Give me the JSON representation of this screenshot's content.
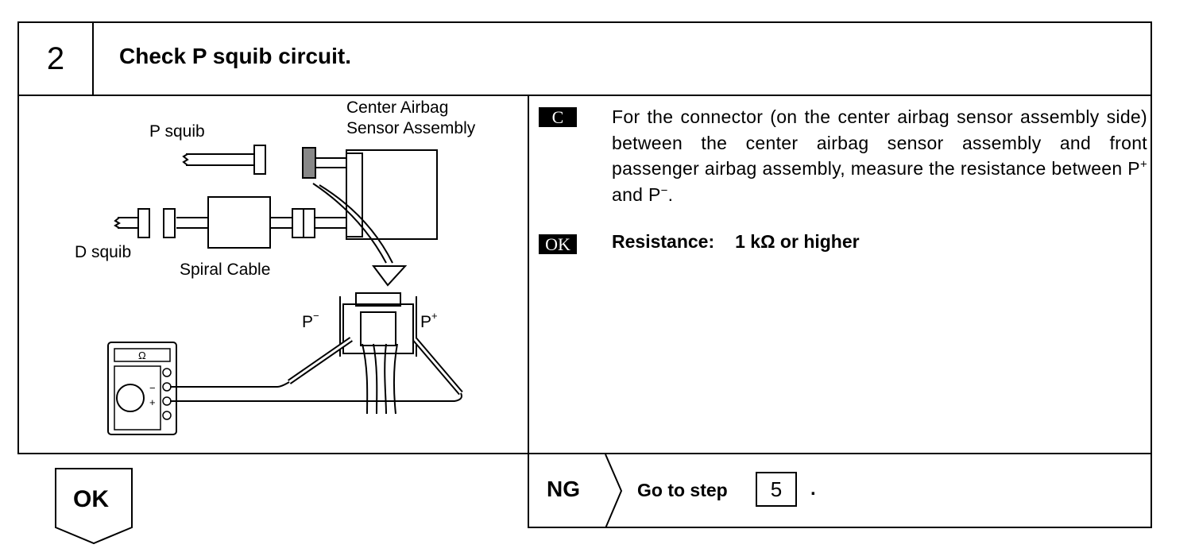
{
  "step": {
    "number": "2",
    "title": "Check P squib circuit."
  },
  "diagram": {
    "labels": {
      "center_airbag_1": "Center Airbag",
      "center_airbag_2": "Sensor Assembly",
      "p_squib": "P squib",
      "d_squib": "D squib",
      "spiral_cable": "Spiral Cable",
      "p_minus": "P",
      "p_plus": "P",
      "ohm": "Ω",
      "minus_sign": "−",
      "plus_sign": "+"
    }
  },
  "instruction": {
    "tag": "C",
    "text_before": "For the connector (on the center airbag sensor assembly side) between the center airbag sensor assembly and front passenger airbag assembly, measure the resistance between P",
    "sup1": "+",
    "text_mid": " and P",
    "sup2": "−",
    "text_end": "."
  },
  "result": {
    "tag": "OK",
    "label": "Resistance:",
    "value": "1 kΩ or higher"
  },
  "ok_button": {
    "label": "OK"
  },
  "ng": {
    "label": "NG",
    "goto_text": "Go to step",
    "step_number": "5",
    "trail": "."
  }
}
